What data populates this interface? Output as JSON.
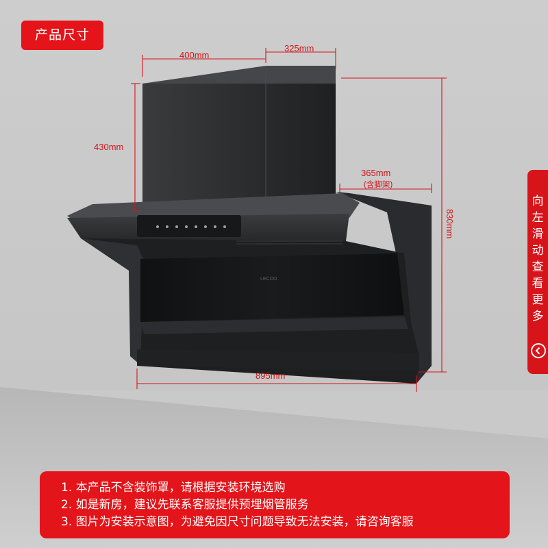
{
  "title_badge": "产品尺寸",
  "dimensions": {
    "width_top": "400mm",
    "depth_top": "325mm",
    "height_top": "430mm",
    "depth_bracket": "365mm",
    "depth_bracket_note": "(含脚架)",
    "height_total": "830mm",
    "width_total": "895mm"
  },
  "side_tab": {
    "chars": [
      "向",
      "左",
      "滑",
      "动",
      "查",
      "看",
      "更",
      "多"
    ],
    "icon": "chevron-left-circle-icon"
  },
  "notes": [
    "1. 本产品不含装饰罩，请根据安装环境选购",
    "2. 如是新房，建议先联系客服提供预埋烟管服务",
    "3. 图片为安装示意图，为避免因尺寸问题导致无法安装，请咨询客服"
  ],
  "colors": {
    "accent_red": "#e4141a",
    "dimension_line": "#d4141a",
    "hood_body": "#2b2c2e",
    "wall": "#c9c9c9"
  }
}
